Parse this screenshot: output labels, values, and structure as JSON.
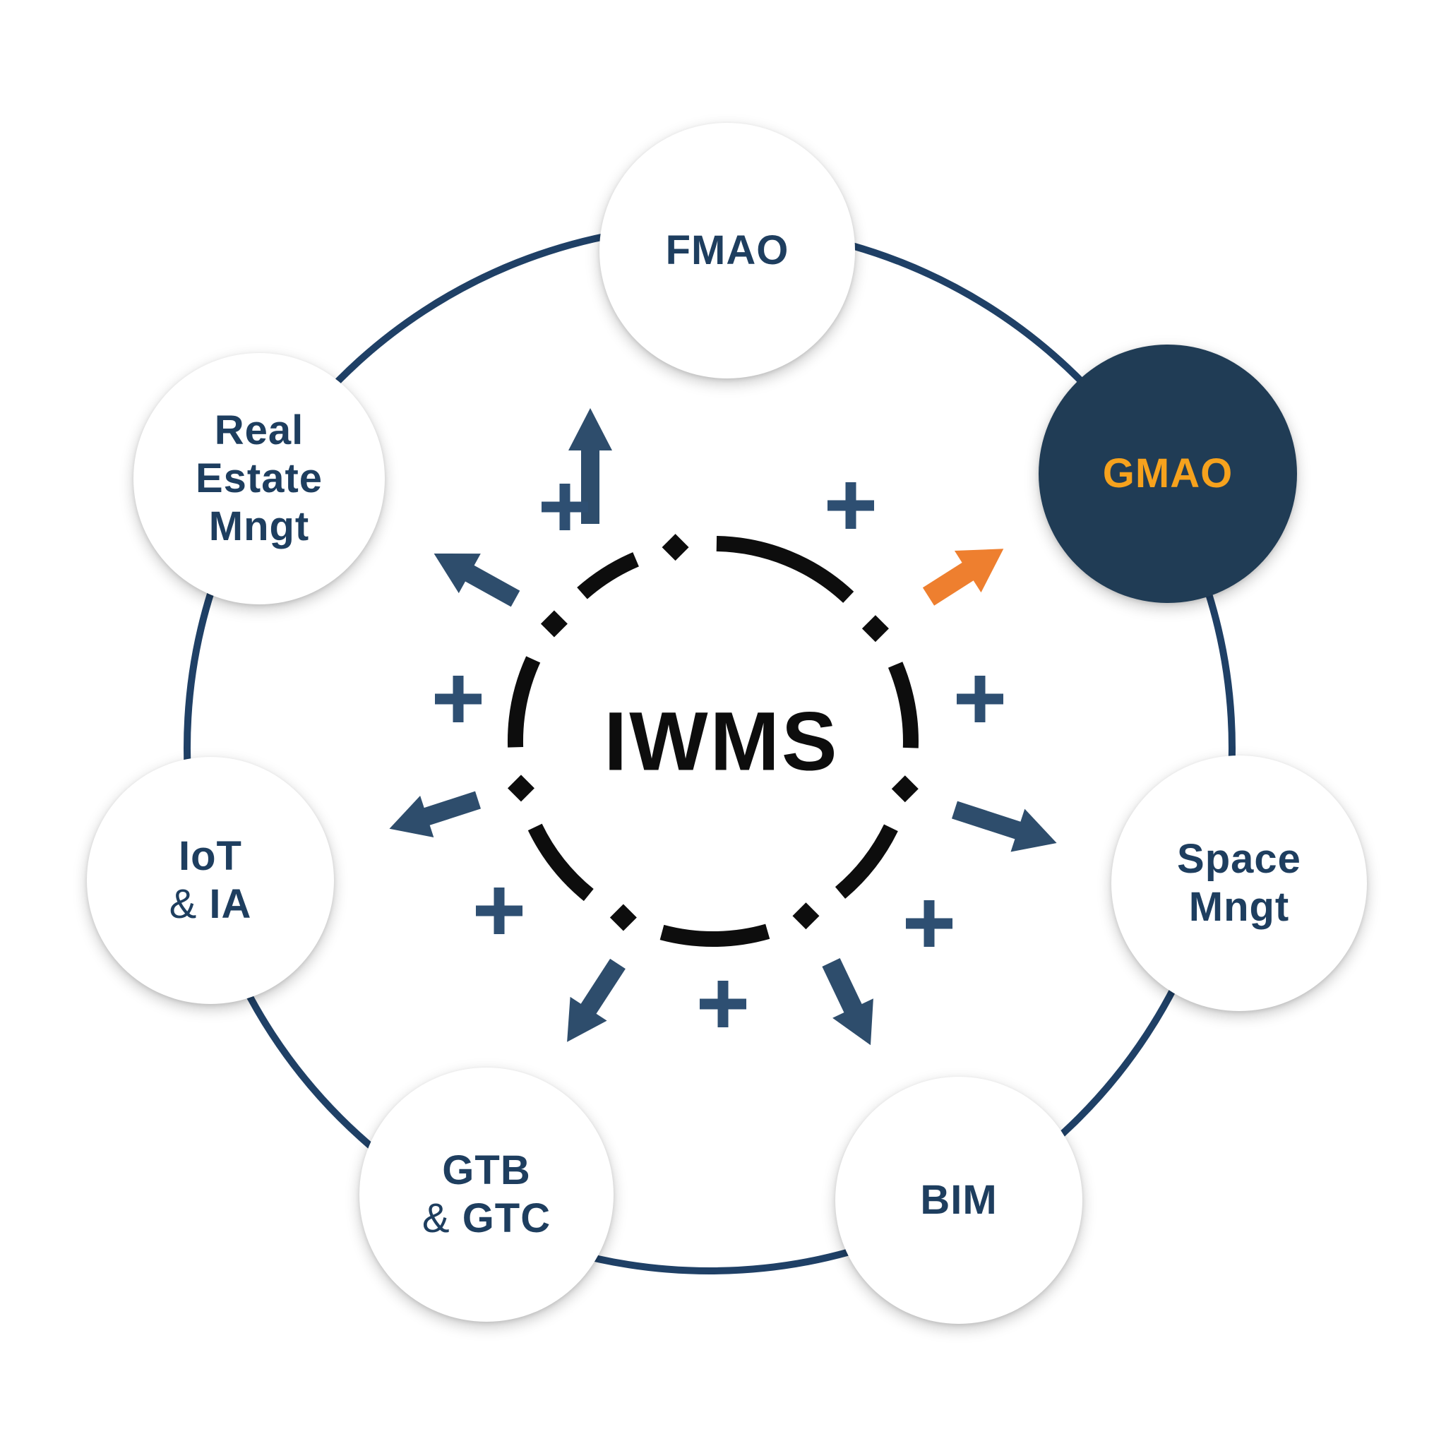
{
  "diagram": {
    "center": {
      "label": "IWMS"
    },
    "nodes": [
      {
        "id": "fmao",
        "label": "FMAO"
      },
      {
        "id": "gmao",
        "label": "GMAO"
      },
      {
        "id": "space-mngt",
        "line1": "Space",
        "line2": "Mngt"
      },
      {
        "id": "bim",
        "label": "BIM"
      },
      {
        "id": "gtb-gtc",
        "line1": "GTB",
        "amp": "&",
        "line2": "GTC"
      },
      {
        "id": "iot-ia",
        "line1": "IoT",
        "amp": "&",
        "line2": "IA"
      },
      {
        "id": "real-estate-mngt",
        "line1": "Real",
        "line2": "Estate",
        "line3": "Mngt"
      }
    ],
    "colors": {
      "background": "#FFFFFF",
      "outer_ring": "#1F4066",
      "dashed_ring_ink": "#0D0D0D",
      "center_text_ink": "#0D0D0D",
      "node_fill": "#FFFFFF",
      "node_text_navy": "#1E3E5F",
      "gmao_fill": "#203C55",
      "gmao_text_orange": "#F6A21D",
      "arrow_navy": "#2E4D6C",
      "arrow_orange": "#EE7F2F",
      "plus_navy": "#2E4F72"
    }
  }
}
